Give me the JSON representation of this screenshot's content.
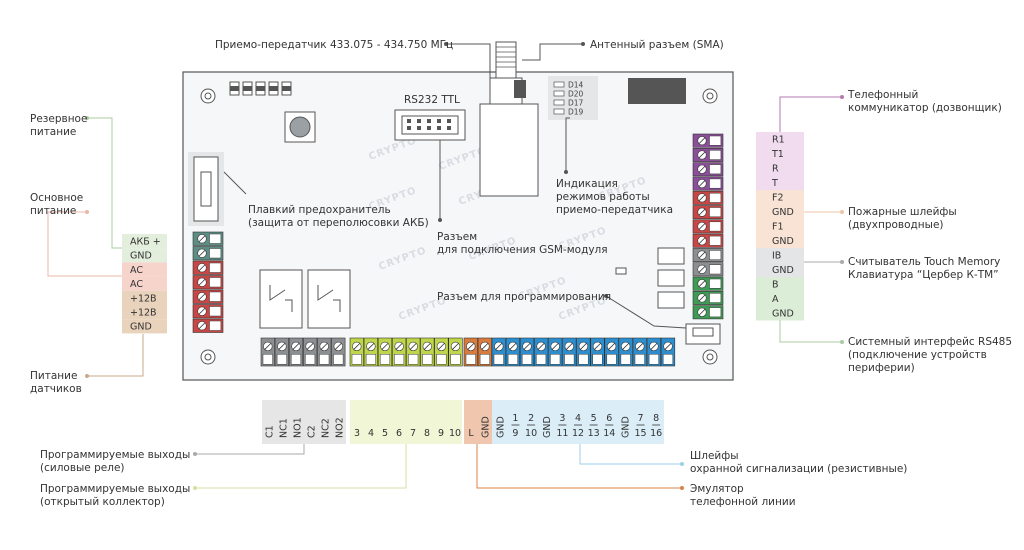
{
  "labels": {
    "transceiver": "Приемо-передатчик 433.075 - 434.750 МГц",
    "antenna": "Антенный разъем (SMA)",
    "phone_comm": [
      "Телефонный",
      "коммуникатор (дозвонщик)"
    ],
    "backup_power": [
      "Резервное",
      "питание"
    ],
    "main_power": [
      "Основное",
      "питание"
    ],
    "sensor_power": [
      "Питание",
      "датчиков"
    ],
    "rs232": "RS232 TTL",
    "fuse": [
      "Плавкий предохранитель",
      "(защита от переполюсовки АКБ)"
    ],
    "gsm": [
      "Разъем",
      "для подключения GSM-модуля"
    ],
    "indication": [
      "Индикация",
      "режимов работы",
      "приемо-передатчика"
    ],
    "programming": "Разъем для программирования",
    "fire_loops": [
      "Пожарные шлейфы",
      "(двухпроводные)"
    ],
    "touch_memory": [
      "Считыватель Touch Memory",
      "Клавиатура “Цербер К-ТМ”"
    ],
    "rs485": [
      "Системный интерфейс RS485",
      "(подключение устройств",
      "периферии)"
    ],
    "prog_relay": [
      "Программируемые выходы",
      "(силовые реле)"
    ],
    "prog_oc": [
      "Программируемые выходы",
      "(открытый коллектор)"
    ],
    "loops_security": [
      "Шлейфы",
      "охранной сигнализации (резистивные)"
    ],
    "line_emulator": [
      "Эмулятор",
      "телефонной линии"
    ],
    "watermark": "CRYPTO"
  },
  "leds": [
    "D14",
    "D20",
    "D17",
    "D19"
  ],
  "left_terminals": [
    {
      "label": "АКБ +",
      "color": "#e3eedd"
    },
    {
      "label": "GND",
      "color": "#e3eedd"
    },
    {
      "label": "AC",
      "color": "#f6d4cc"
    },
    {
      "label": "AC",
      "color": "#f6d4cc"
    },
    {
      "label": "+12В",
      "color": "#ead3bd"
    },
    {
      "label": "+12В",
      "color": "#ead3bd"
    },
    {
      "label": "GND",
      "color": "#ead3bd"
    }
  ],
  "right_terminals": [
    {
      "label": "R1",
      "color": "#f1dbef"
    },
    {
      "label": "T1",
      "color": "#f1dbef"
    },
    {
      "label": "R",
      "color": "#f1dbef"
    },
    {
      "label": "T",
      "color": "#f1dbef"
    },
    {
      "label": "F2",
      "color": "#f8e3d5"
    },
    {
      "label": "GND",
      "color": "#f8e3d5"
    },
    {
      "label": "F1",
      "color": "#f8e3d5"
    },
    {
      "label": "GND",
      "color": "#f8e3d5"
    },
    {
      "label": "IB",
      "color": "#e4e5e6"
    },
    {
      "label": "GND",
      "color": "#e4e5e6"
    },
    {
      "label": "B",
      "color": "#dcedd7"
    },
    {
      "label": "A",
      "color": "#dcedd7"
    },
    {
      "label": "GND",
      "color": "#dcedd7"
    }
  ],
  "bottom_groups": [
    {
      "color": "#e6e6e6",
      "labels": [
        "C1",
        "NC1",
        "NO1",
        "C2",
        "NC2",
        "NO2"
      ]
    },
    {
      "color": "#f1f6d6",
      "labels": [
        "3",
        "4",
        "5",
        "6",
        "7",
        "8",
        "9",
        "10"
      ]
    },
    {
      "color": "#f0c6ae",
      "labels": [
        "L",
        "GND"
      ]
    },
    {
      "color": "#dbeef8",
      "labels": [
        "GND",
        "1/9",
        "2/10",
        "GND",
        "3/11",
        "4/12",
        "5/13",
        "6/14",
        "GND",
        "7/15",
        "8/16"
      ]
    }
  ],
  "colors": {
    "purple": "#8a4f98",
    "red": "#c84645",
    "gray": "#8c8f91",
    "green": "#3f9a55",
    "yellowgreen": "#c0d64a",
    "orange": "#d97b3d",
    "blue": "#2c8ecf",
    "teal": "#5d8e86"
  }
}
